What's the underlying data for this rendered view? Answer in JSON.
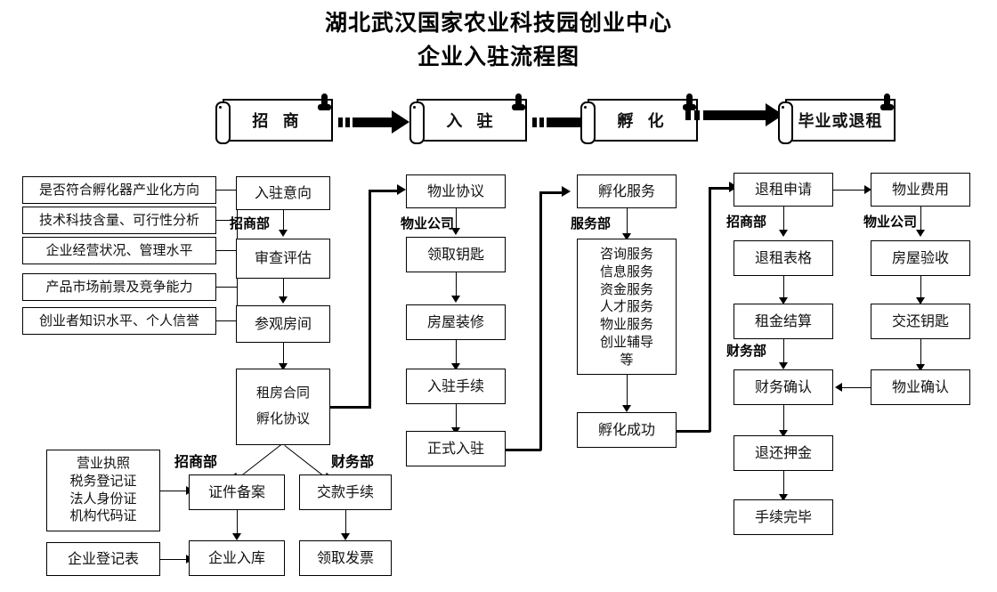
{
  "title": {
    "line1": "湖北武汉国家农业科技园创业中心",
    "line2": "企业入驻流程图"
  },
  "stages": [
    {
      "label": "招  商"
    },
    {
      "label": "入  驻"
    },
    {
      "label": "孵  化"
    },
    {
      "label": "毕业或退租"
    }
  ],
  "criteria": {
    "items": [
      {
        "label": "是否符合孵化器产业化方向"
      },
      {
        "label": "技术科技含量、可行性分析"
      },
      {
        "label": "企业经营状况、管理水平"
      },
      {
        "label": "产品市场前景及竞争能力"
      },
      {
        "label": "创业者知识水平、个人信誉"
      }
    ]
  },
  "column_recruit": {
    "dept": "招商部",
    "steps": [
      {
        "label": "入驻意向"
      },
      {
        "label": "审查评估"
      },
      {
        "label": "参观房间"
      }
    ],
    "contract": {
      "line1": "租房合同",
      "line2": "孵化协议"
    }
  },
  "column_property_in": {
    "dept": "物业公司",
    "steps": [
      {
        "label": "物业协议"
      },
      {
        "label": "领取钥匙"
      },
      {
        "label": "房屋装修"
      },
      {
        "label": "入驻手续"
      },
      {
        "label": "正式入驻"
      }
    ]
  },
  "column_incubation": {
    "dept": "服务部",
    "head": {
      "label": "孵化服务"
    },
    "services": [
      "咨询服务",
      "信息服务",
      "资金服务",
      "人才服务",
      "物业服务",
      "创业辅导",
      "等"
    ],
    "tail": {
      "label": "孵化成功"
    }
  },
  "column_exit": {
    "dept_top": "招商部",
    "dept_mid": "财务部",
    "steps": [
      {
        "label": "退租申请"
      },
      {
        "label": "退租表格"
      },
      {
        "label": "租金结算"
      },
      {
        "label": "财务确认"
      },
      {
        "label": "退还押金"
      },
      {
        "label": "手续完毕"
      }
    ]
  },
  "column_property_out": {
    "dept": "物业公司",
    "steps": [
      {
        "label": "物业费用"
      },
      {
        "label": "房屋验收"
      },
      {
        "label": "交还钥匙"
      },
      {
        "label": "物业确认"
      }
    ]
  },
  "bottom": {
    "documents": [
      "营业执照",
      "税务登记证",
      "法人身份证",
      "机构代码证"
    ],
    "registration_form": "企业登记表",
    "dept_left": "招商部",
    "dept_right": "财务部",
    "left_steps": [
      {
        "label": "证件备案"
      },
      {
        "label": "企业入库"
      }
    ],
    "right_steps": [
      {
        "label": "交款手续"
      },
      {
        "label": "领取发票"
      }
    ]
  },
  "colors": {
    "line": "#000000",
    "background": "#ffffff",
    "text": "#111111"
  }
}
